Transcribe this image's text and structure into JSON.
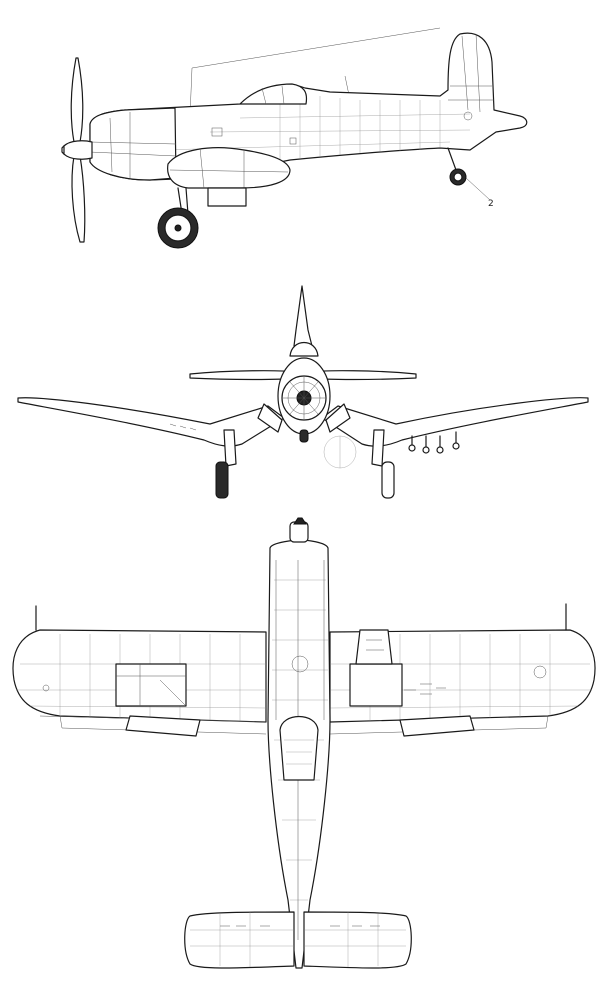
{
  "drawing": {
    "views": [
      "side",
      "front",
      "top"
    ],
    "callout": "2",
    "colors": {
      "line": "#1a1a1a",
      "panel_line": "#888888",
      "tire": "#2a2a2a",
      "background": "#ffffff"
    }
  }
}
